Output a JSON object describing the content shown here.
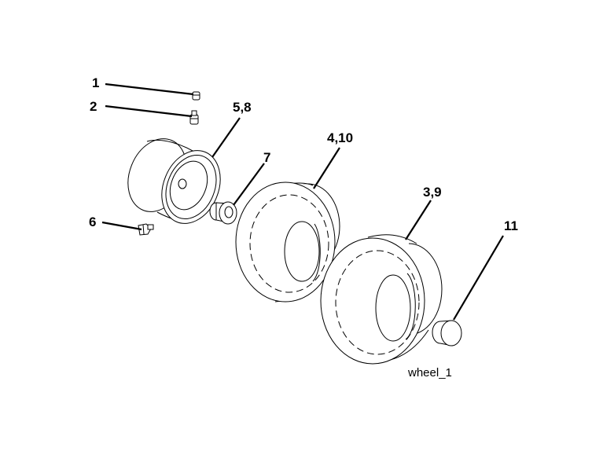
{
  "callouts": {
    "c1": "1",
    "c2": "2",
    "c58": "5,8",
    "c7": "7",
    "c410": "4,10",
    "c39": "3,9",
    "c6": "6",
    "c11": "11"
  },
  "caption": "wheel_1",
  "colors": {
    "ink": "#000000",
    "background": "#ffffff"
  }
}
